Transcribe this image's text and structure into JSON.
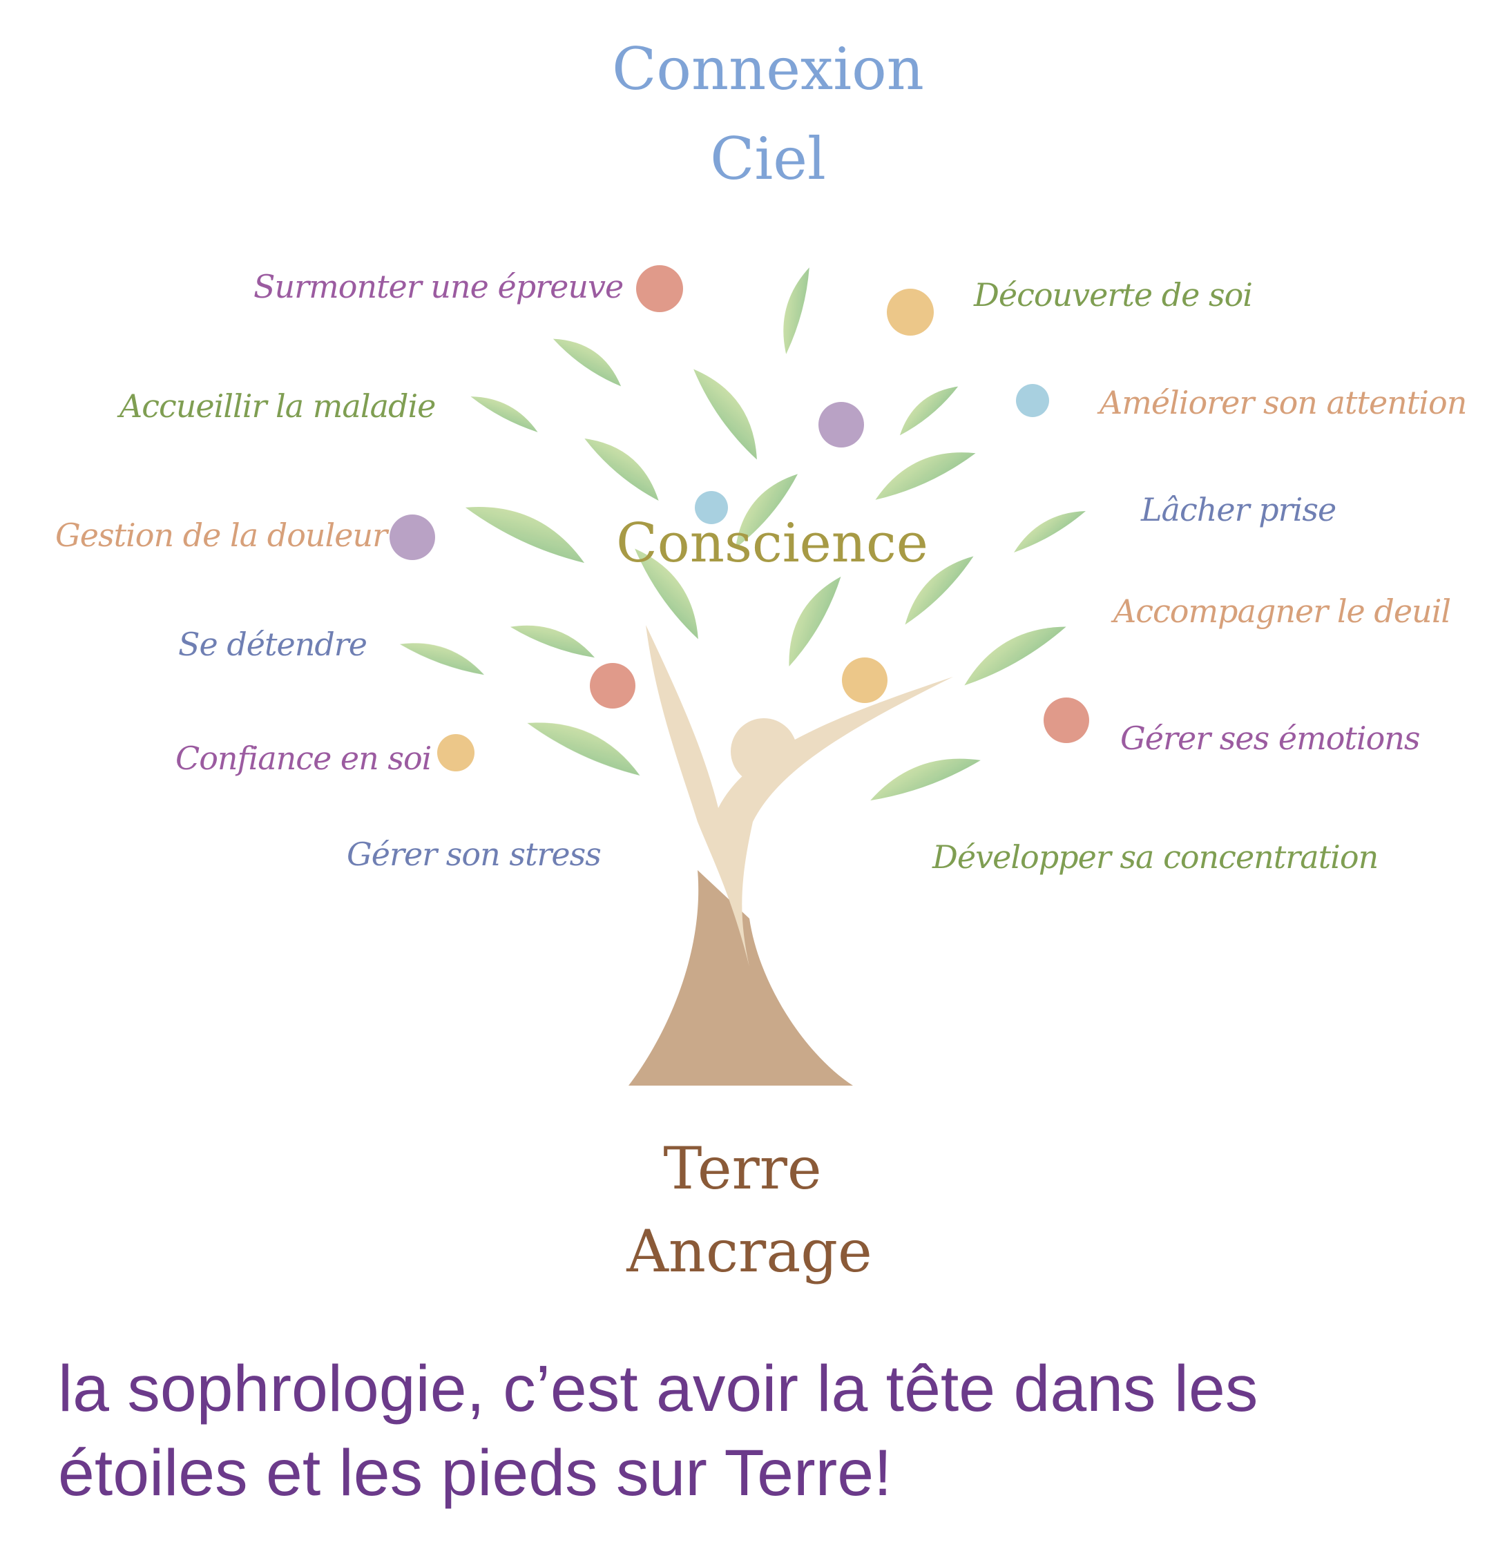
{
  "header": {
    "line1": "Connexion",
    "line2": "Ciel"
  },
  "center_label": "Conscience",
  "footer": {
    "line1": "Terre",
    "line2": "Ancrage"
  },
  "benefits_left": [
    "Surmonter une épreuve",
    "Accueillir la maladie",
    "Gestion de la douleur",
    "Se détendre",
    "Confiance en soi",
    "Gérer son stress"
  ],
  "benefits_right": [
    "Découverte de soi",
    "Améliorer son attention",
    "Lâcher prise",
    "Accompagner le deuil",
    "Gérer ses émotions",
    "Développer sa concentration"
  ],
  "caption": {
    "line1": "la sophrologie,  c’est avoir la tête dans les",
    "line2": "étoiles et  les pieds sur Terre!"
  },
  "colors": {
    "sky": "#7fa3d6",
    "green_label": "#7f9e52",
    "purple_label": "#9b5ba0",
    "peach_label": "#d7a07a",
    "blue_label": "#6f7fb3",
    "brown": "#8a5a38",
    "conscience": "#a79a45",
    "leaf": "#a7cf8d",
    "trunk": "#c9a98a",
    "figure": "#ecdcc2",
    "caption": "#6b3a8a"
  }
}
